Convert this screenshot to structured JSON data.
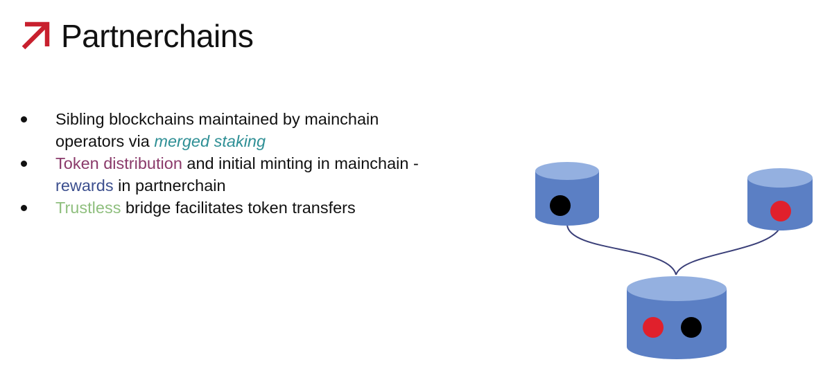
{
  "slide": {
    "title": "Partnerchains",
    "bullets": [
      {
        "segments": [
          {
            "text": "Sibling blockchains maintained by mainchain operators via ",
            "style": "plain"
          },
          {
            "text": "merged staking",
            "style": "teal-italic"
          }
        ]
      },
      {
        "segments": [
          {
            "text": "Token distribution",
            "style": "purple"
          },
          {
            "text": " and initial minting in mainchain - ",
            "style": "plain"
          },
          {
            "text": "rewards",
            "style": "blue"
          },
          {
            "text": " in partnerchain",
            "style": "plain"
          }
        ]
      },
      {
        "segments": [
          {
            "text": "Trustless",
            "style": "green"
          },
          {
            "text": " bridge facilitates token transfers",
            "style": "plain"
          }
        ]
      }
    ]
  },
  "colors": {
    "logo_red": "#c8202e",
    "teal": "#2e8f95",
    "purple": "#8a3a6a",
    "blue": "#3c4f8e",
    "green": "#8fbf7e",
    "cylinder_body": "#5b7fc4",
    "cylinder_top": "#94b0e0",
    "token_black": "#000000",
    "token_red": "#e0202c",
    "connector": "#3a3f78"
  },
  "diagram": {
    "nodes": [
      {
        "name": "partnerchain-left",
        "tokens": [
          "black"
        ]
      },
      {
        "name": "partnerchain-right",
        "tokens": [
          "red"
        ]
      },
      {
        "name": "mainchain",
        "tokens": [
          "red",
          "black"
        ]
      }
    ]
  }
}
